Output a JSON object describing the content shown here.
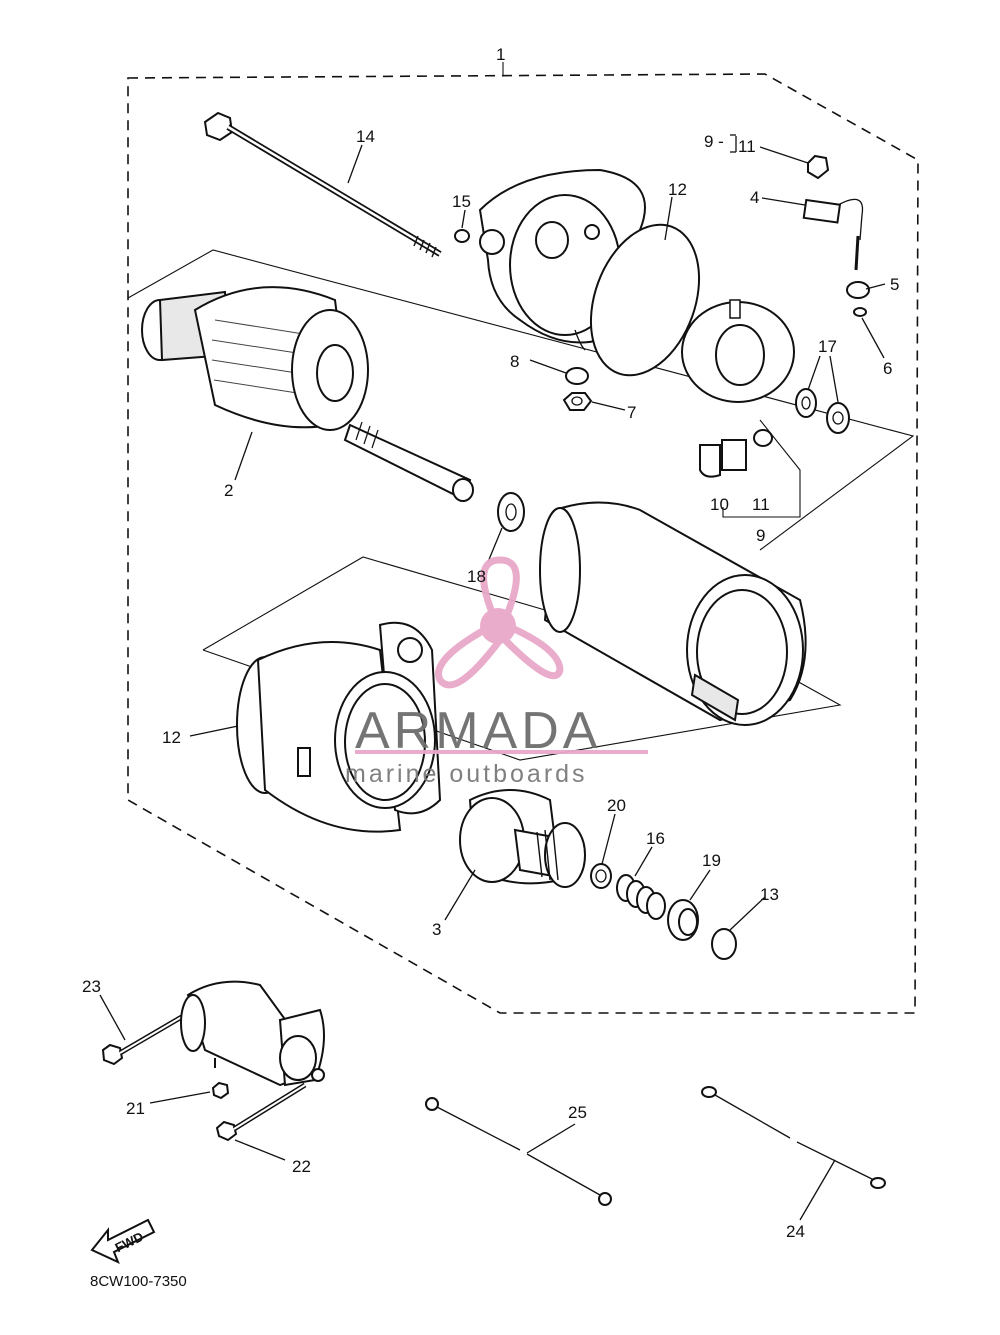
{
  "diagram": {
    "assembly_label": "1",
    "labels": [
      {
        "id": "p1",
        "text": "1"
      },
      {
        "id": "p14",
        "text": "14"
      },
      {
        "id": "p15",
        "text": "15"
      },
      {
        "id": "p12a",
        "text": "12"
      },
      {
        "id": "p911",
        "text": "9 -"
      },
      {
        "id": "p911b",
        "text": "11"
      },
      {
        "id": "p4",
        "text": "4"
      },
      {
        "id": "p5",
        "text": "5"
      },
      {
        "id": "p6",
        "text": "6"
      },
      {
        "id": "p17",
        "text": "17"
      },
      {
        "id": "p8",
        "text": "8"
      },
      {
        "id": "p7",
        "text": "7"
      },
      {
        "id": "p2",
        "text": "2"
      },
      {
        "id": "p10",
        "text": "10"
      },
      {
        "id": "p11",
        "text": "11"
      },
      {
        "id": "p9",
        "text": "9"
      },
      {
        "id": "p18",
        "text": "18"
      },
      {
        "id": "p12b",
        "text": "12"
      },
      {
        "id": "p20",
        "text": "20"
      },
      {
        "id": "p16",
        "text": "16"
      },
      {
        "id": "p19",
        "text": "19"
      },
      {
        "id": "p13",
        "text": "13"
      },
      {
        "id": "p3",
        "text": "3"
      },
      {
        "id": "p23",
        "text": "23"
      },
      {
        "id": "p21",
        "text": "21"
      },
      {
        "id": "p22",
        "text": "22"
      },
      {
        "id": "p25",
        "text": "25"
      },
      {
        "id": "p24",
        "text": "24"
      }
    ],
    "fwd_label": "FWD",
    "drawing_code": "8CW100-7350"
  },
  "watermark": {
    "title": "ARMADA",
    "subtitle": "marine outboards",
    "accent_color": "#e8a9c9",
    "text_color": "#6d6d6d"
  }
}
